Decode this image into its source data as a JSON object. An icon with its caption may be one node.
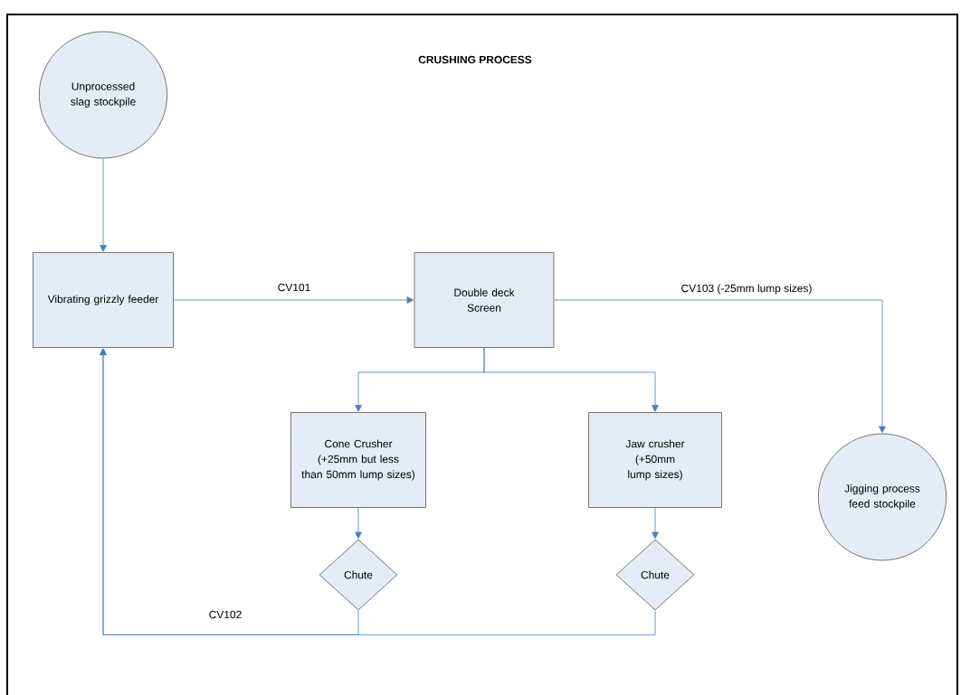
{
  "diagram": {
    "title": "CRUSHING PROCESS",
    "nodes": [
      {
        "text": [
          "Unprocessed slag stockpile"
        ]
      },
      {
        "text": [
          "Vibrating grizzly feeder"
        ]
      },
      {
        "text": [
          "Double deck Screen"
        ]
      },
      {
        "text": [
          "Cone Crusher (+25mm but less than 50mm lump sizes)"
        ]
      },
      {
        "text": [
          "Jaw crusher (+50mm lump sizes)"
        ]
      },
      {
        "text": [
          "Jigging process feed stockpile"
        ]
      },
      {
        "text": [
          "Chute"
        ]
      },
      {
        "text": [
          "Chute"
        ]
      }
    ],
    "edges": [
      {
        "from": 0,
        "to": 1,
        "arrow": "to"
      },
      {
        "from": 1,
        "to": 2,
        "arrow": "to",
        "label": "CV101"
      },
      {
        "from": 2,
        "to": 5,
        "arrow": "to",
        "label": "CV103 (-25mm lump sizes)"
      },
      {
        "from": 2,
        "to": 3,
        "arrow": "to"
      },
      {
        "from": 2,
        "to": 4,
        "arrow": "to"
      },
      {
        "from": 3,
        "to": 6,
        "arrow": "to"
      },
      {
        "from": 4,
        "to": 7,
        "arrow": "to"
      },
      {
        "from": 6,
        "to": 1,
        "arrow": "to",
        "label": "CV102"
      },
      {
        "from": 7,
        "to": 1,
        "arrow": "to"
      }
    ]
  }
}
